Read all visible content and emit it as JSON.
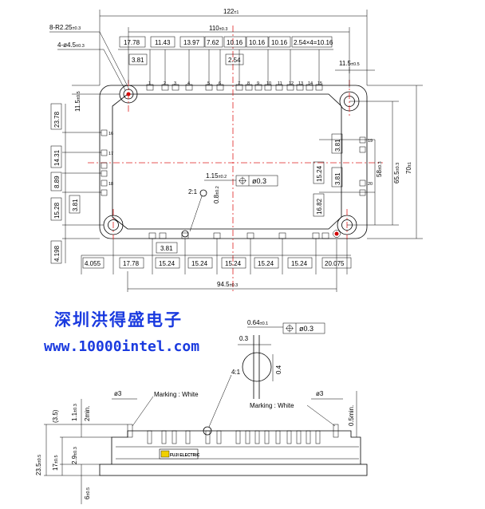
{
  "top_view": {
    "overall_width": "122",
    "overall_width_tol": "±1",
    "mount_pitch": "110",
    "mount_pitch_tol": "±0.3",
    "corner_radius": "8-R2.25",
    "corner_radius_tol": "±0.3",
    "holes": "4-ø4.5",
    "holes_tol": "±0.3",
    "top_pitches": [
      "17.78",
      "11.43",
      "13.97",
      "7.62",
      "10.16",
      "10.16",
      "10.16",
      "2.54×4=10.16"
    ],
    "top_small_a": "3.81",
    "top_small_b": "2.54",
    "bottom_pitches": [
      "4.055",
      "17.78",
      "15.24",
      "15.24",
      "15.24",
      "15.24",
      "15.24",
      "20.075"
    ],
    "bottom_small": "3.81",
    "bottom_overall": "94.5",
    "bottom_overall_tol": "±0.3",
    "left_dims": [
      "23.78",
      "14.31",
      "8.89",
      "15.28",
      "4.198"
    ],
    "left_small": "3.81",
    "left_top": "11.5",
    "left_top_tol": "±0.5",
    "right_top": "11.5",
    "right_top_tol": "±0.5",
    "right_dims": [
      "3.81",
      "15.24",
      "3.81",
      "16.82"
    ],
    "height_58": "58",
    "height_58_tol": "±0.3",
    "height_65": "65.5",
    "height_65_tol": "±0.3",
    "height_70": "70",
    "height_70_tol": "±1",
    "pin_dim_a": "1.15",
    "pin_dim_a_tol": "±0.2",
    "pin_dim_b": "0.8",
    "pin_dim_b_tol": "±0.2",
    "scale": "2:1",
    "position_tol": "ø0.3",
    "pin_numbers_top": [
      "1",
      "2",
      "3",
      "4",
      "5",
      "6",
      "7",
      "8",
      "9",
      "10",
      "11",
      "12",
      "13",
      "14",
      "15",
      "16",
      "17",
      "18"
    ],
    "pin_numbers_right": [
      "19",
      "20"
    ]
  },
  "company": {
    "name": "深圳洪得盛电子",
    "url": "www.10000intel.com"
  },
  "detail_view": {
    "pin_width": "0.64",
    "pin_width_tol": "±0.1",
    "position_tol": "ø0.3",
    "thickness": "0.3",
    "scale": "4:1",
    "length": "0.4"
  },
  "side_view": {
    "dia_left": "ø3",
    "dia_right": "ø3",
    "marking_left": "Marking : White",
    "marking_right": "Marking : White",
    "h_35": "(3.5)",
    "h_11": "1.1",
    "h_11_tol": "±0.3",
    "h_2min": "2min.",
    "h_235": "23.5",
    "h_235_tol": "±0.5",
    "h_17": "17",
    "h_17_tol": "±0.5",
    "h_29": "2.9",
    "h_29_tol": "±0.3",
    "h_6": "6",
    "h_6_tol": "±0.5",
    "h_05min": "0.5min.",
    "brand_logo": "FUJI ELECTRIC"
  },
  "colors": {
    "line": "#000000",
    "centerline": "#e02020",
    "pin_hole": "#d00000",
    "company_text": "#1a3adf"
  }
}
